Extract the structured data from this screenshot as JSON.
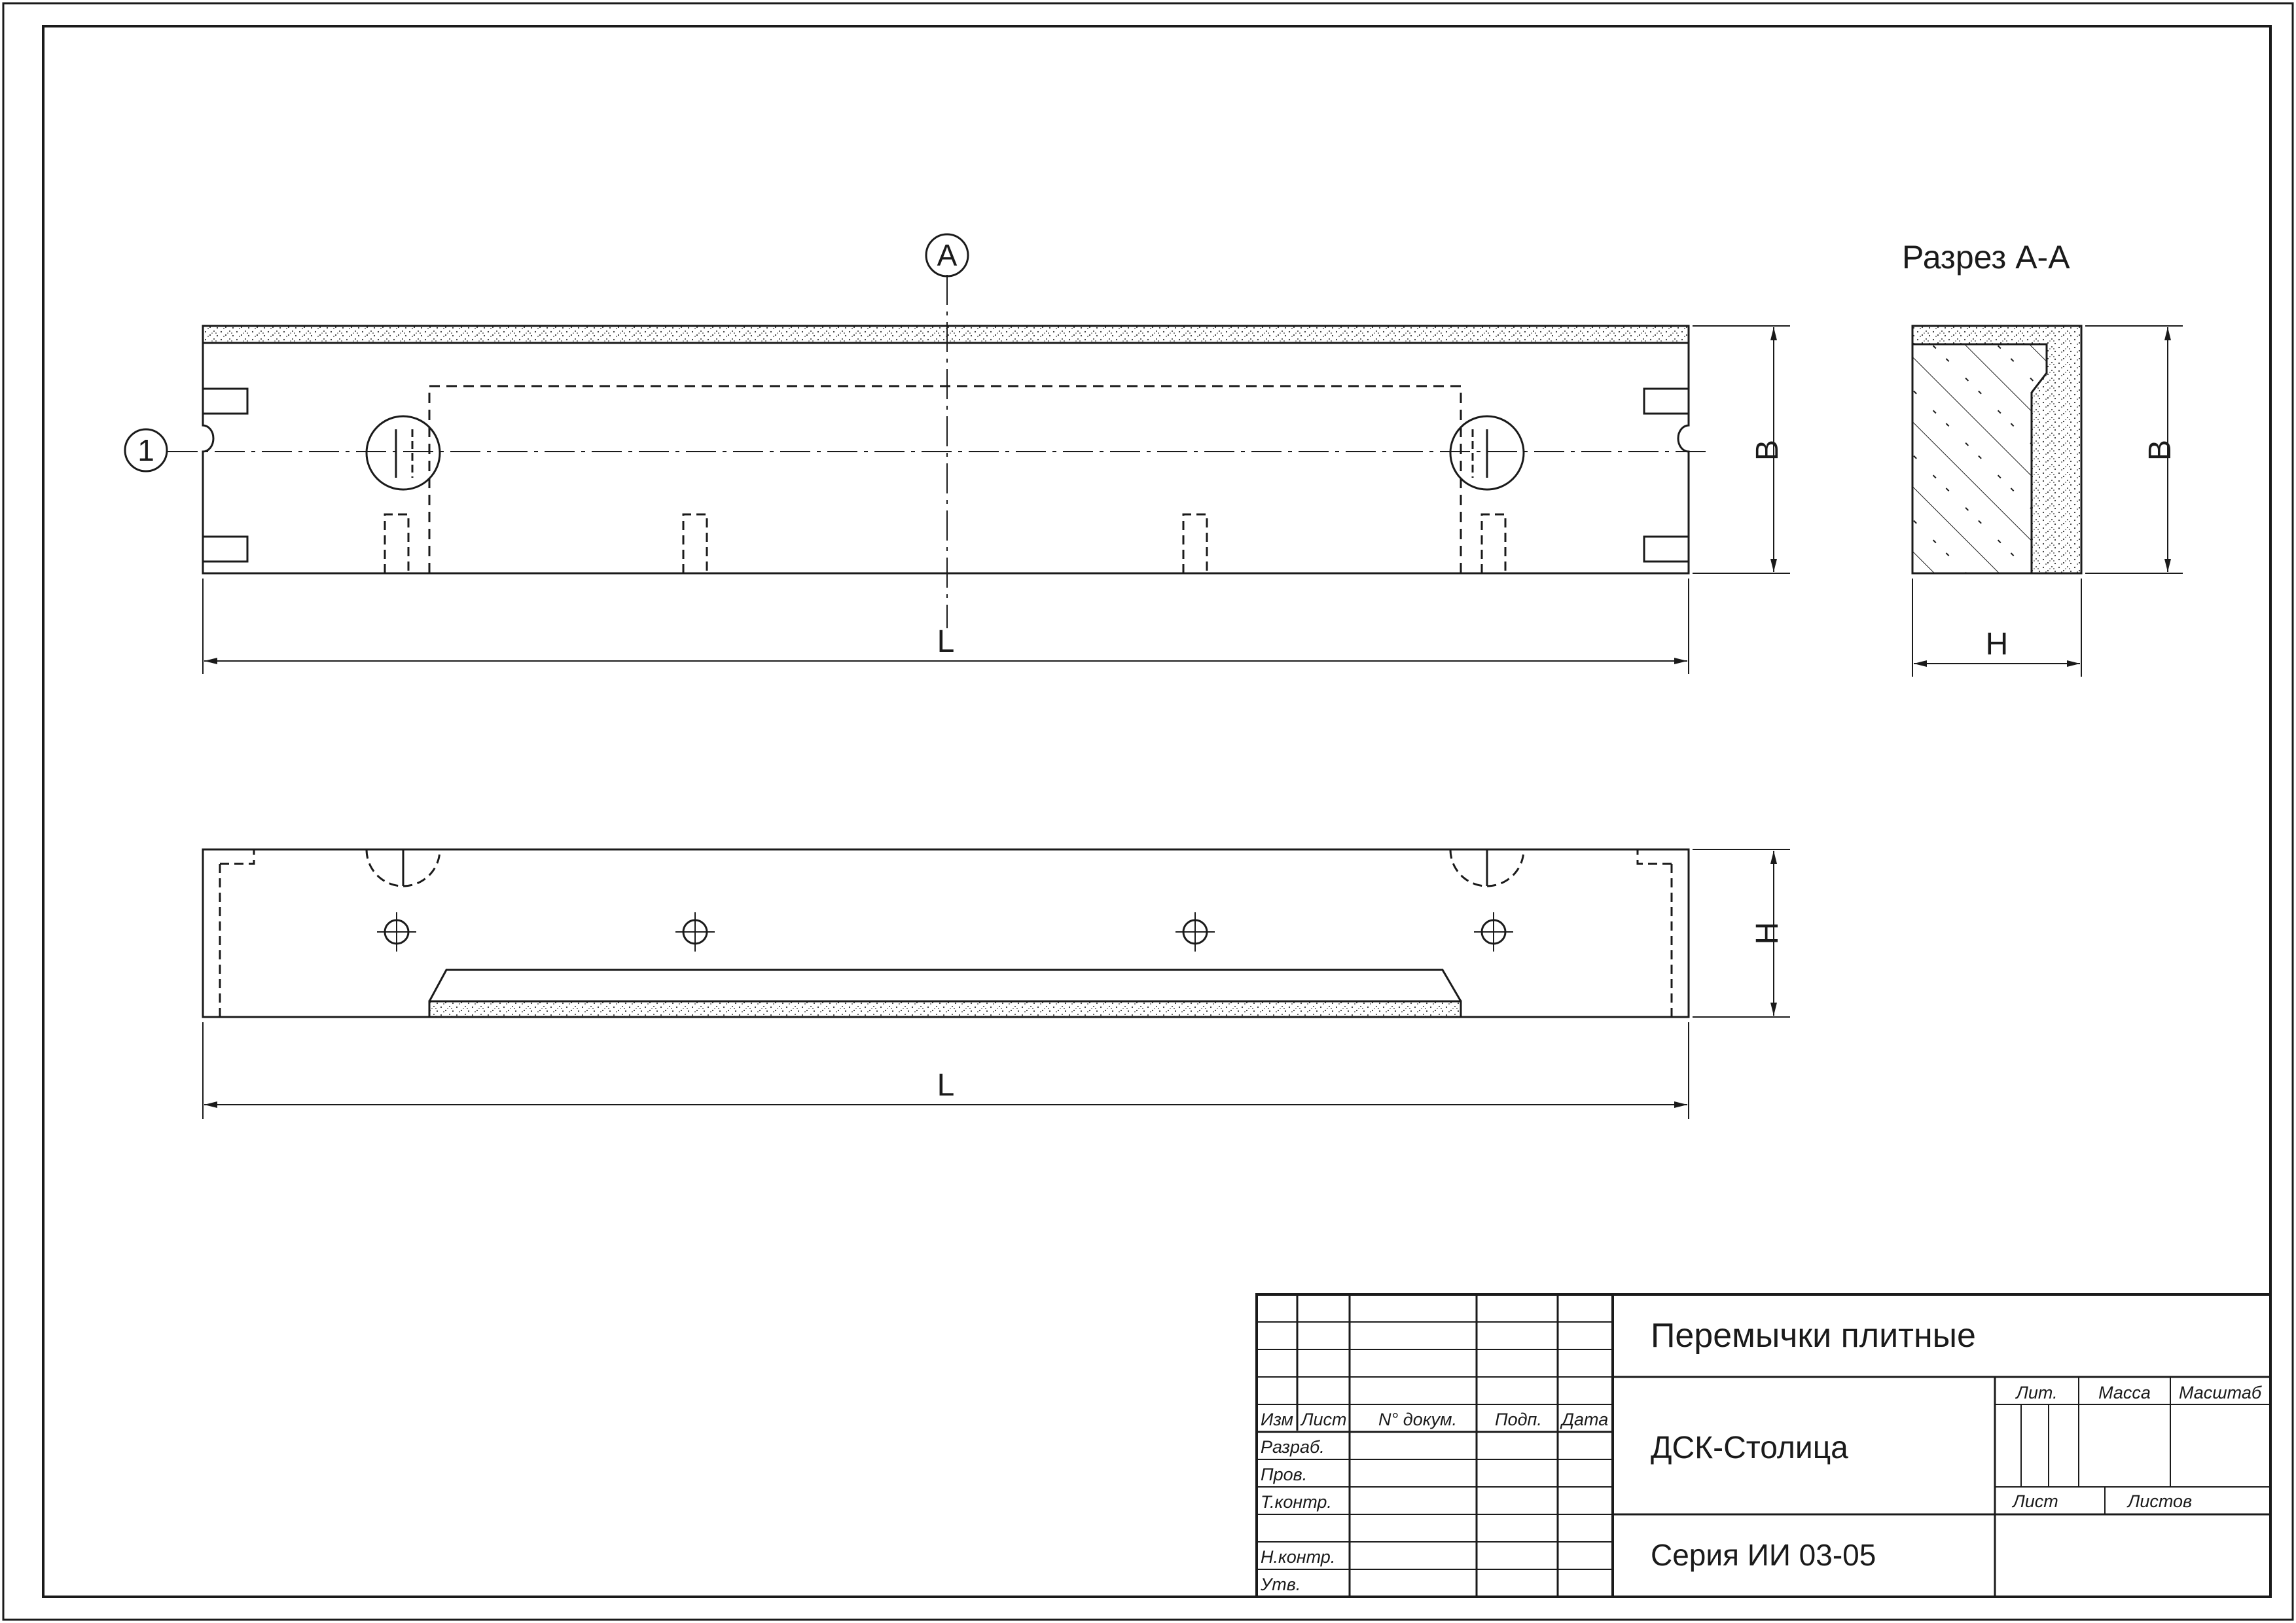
{
  "drawing": {
    "marker_a": "A",
    "marker_1": "1",
    "dim_l_top": "L",
    "dim_b_main": "B",
    "section_title": "Разрез А-А",
    "dim_b_section": "B",
    "dim_h_section": "H",
    "dim_h_bottom": "H",
    "dim_l_bottom": "L"
  },
  "title_block": {
    "product_name": "Перемычки плитные",
    "organization": "ДСК-Столица",
    "series": "Серия ИИ 03-05",
    "header": {
      "izm": "Изм",
      "list": "Лист",
      "doc_no": "N° докум.",
      "sign": "Подп.",
      "date": "Дата"
    },
    "roles": {
      "razrab": "Разраб.",
      "prov": "Пров.",
      "tkontr": "Т.контр.",
      "nkontr": "Н.контр.",
      "utv": "Утв."
    },
    "lit": "Лит.",
    "massa": "Масса",
    "masshtab": "Масштаб",
    "list": "Лист",
    "listov": "Листов"
  },
  "colors": {
    "line": "#1a1a1a",
    "background": "#ffffff"
  }
}
